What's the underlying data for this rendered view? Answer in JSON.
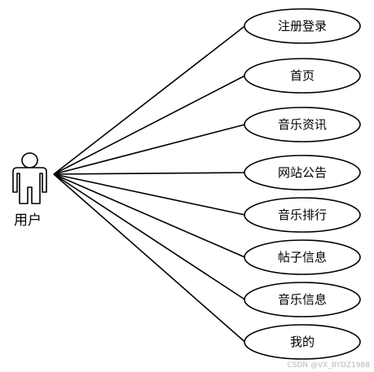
{
  "actor": {
    "label": "用户",
    "icon": "stick-figure-actor-icon"
  },
  "use_cases": [
    {
      "id": "register-login",
      "label": "注册登录"
    },
    {
      "id": "home",
      "label": "首页"
    },
    {
      "id": "music-news",
      "label": "音乐资讯"
    },
    {
      "id": "site-notice",
      "label": "网站公告"
    },
    {
      "id": "music-ranking",
      "label": "音乐排行"
    },
    {
      "id": "posts",
      "label": "帖子信息"
    },
    {
      "id": "music-info",
      "label": "音乐信息"
    },
    {
      "id": "mine",
      "label": "我的"
    }
  ],
  "watermark": "CSDN @VX_BYDZ1988"
}
